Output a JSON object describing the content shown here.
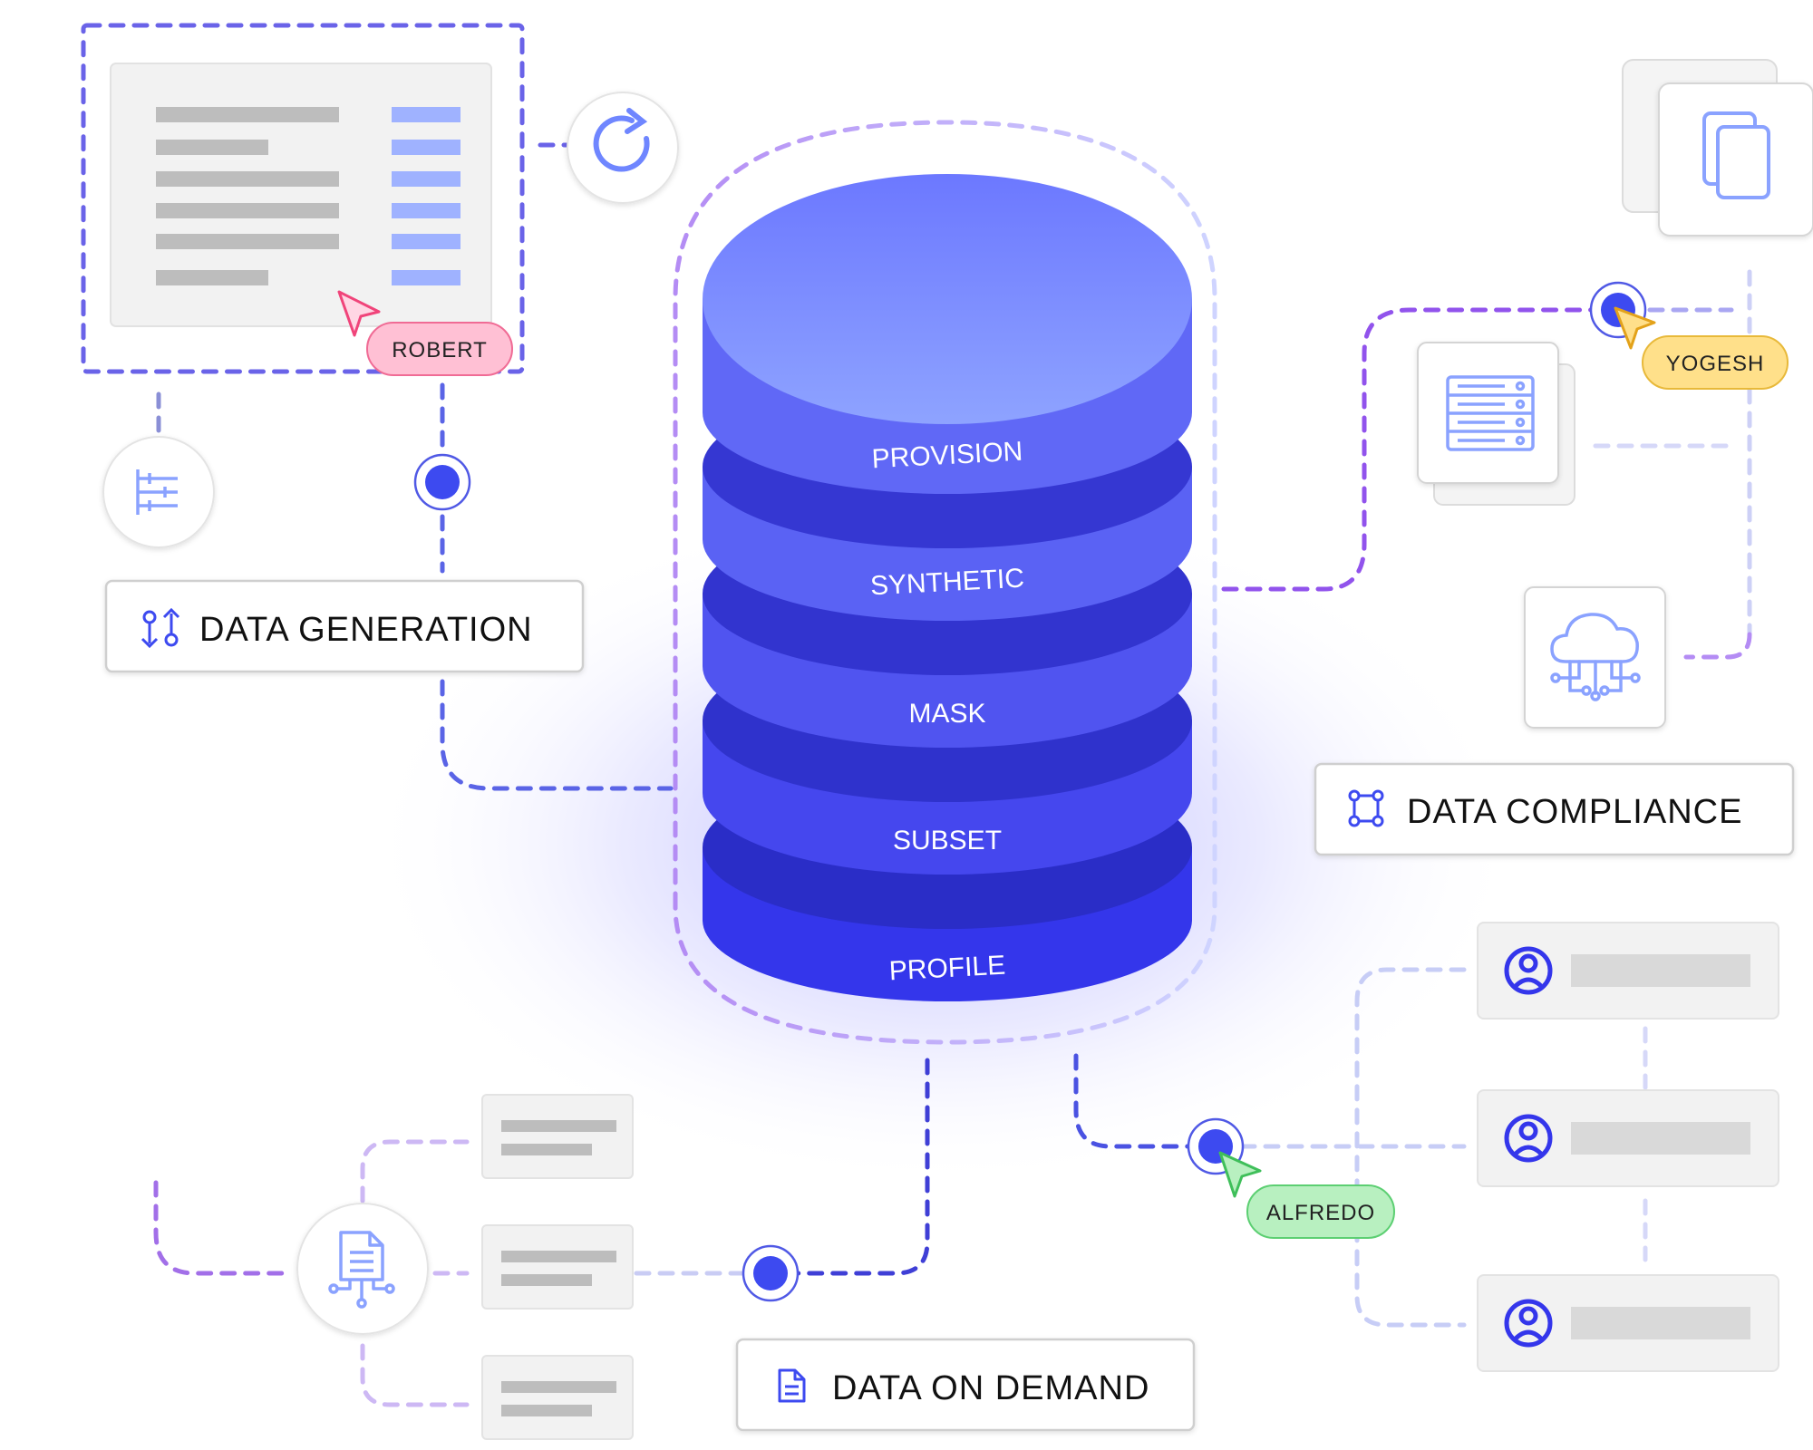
{
  "db_layers": [
    "PROVISION",
    "SYNTHETIC",
    "MASK",
    "SUBSET",
    "PROFILE"
  ],
  "sections": {
    "generation": "DATA GENERATION",
    "compliance": "DATA COMPLIANCE",
    "on_demand": "DATA ON DEMAND"
  },
  "users": {
    "robert": "ROBERT",
    "yogesh": "YOGESH",
    "alfredo": "ALFREDO"
  },
  "colors": {
    "primary": "#3f4cf0",
    "db_top": "#7f93ff",
    "dashed_violet": "#a685f4",
    "dashed_blue": "#5a64e6",
    "robert_badge": "#ffc0d4",
    "yogesh_badge": "#ffe08a",
    "alfredo_badge": "#b8f0c0",
    "placeholder_gray": "#bdbdbd",
    "placeholder_blue": "#9fb2ff"
  },
  "icons": {
    "refresh": "refresh-icon",
    "sliders": "sliders-icon",
    "git": "git-compare-icon",
    "copy": "copy-icon",
    "server": "server-icon",
    "cloud": "cloud-network-icon",
    "nodes": "nodes-icon",
    "doc_network": "document-network-icon",
    "document": "document-icon",
    "user": "user-icon"
  }
}
